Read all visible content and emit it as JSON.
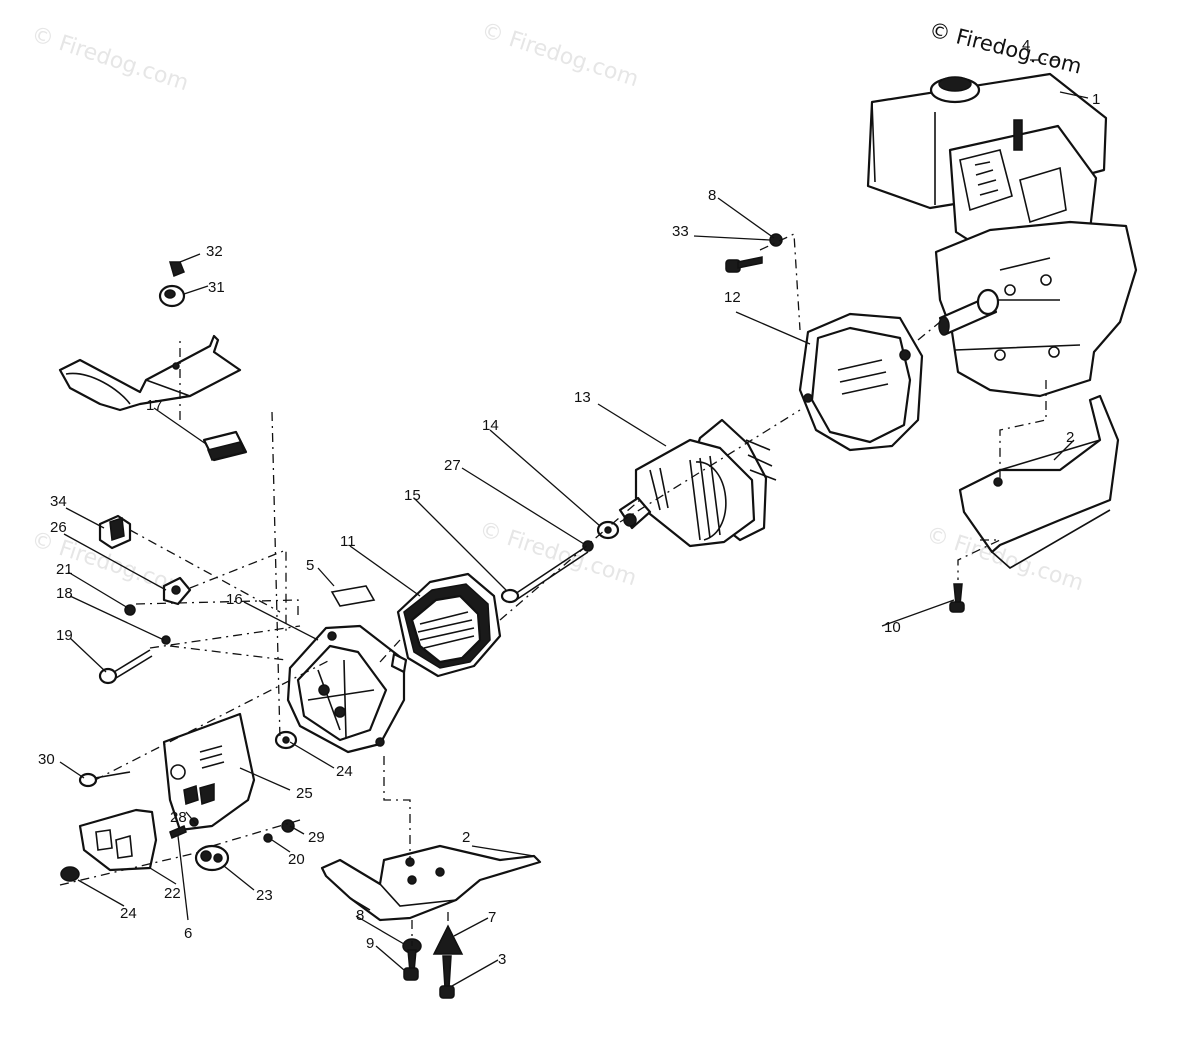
{
  "diagram": {
    "watermark": "© Firedog.com",
    "callouts": [
      "1",
      "2",
      "2",
      "3",
      "4",
      "5",
      "6",
      "7",
      "8",
      "8",
      "9",
      "10",
      "11",
      "12",
      "13",
      "14",
      "15",
      "16",
      "17",
      "18",
      "19",
      "20",
      "21",
      "22",
      "23",
      "24",
      "24",
      "25",
      "26",
      "27",
      "28",
      "29",
      "30",
      "31",
      "32",
      "33",
      "34"
    ]
  }
}
